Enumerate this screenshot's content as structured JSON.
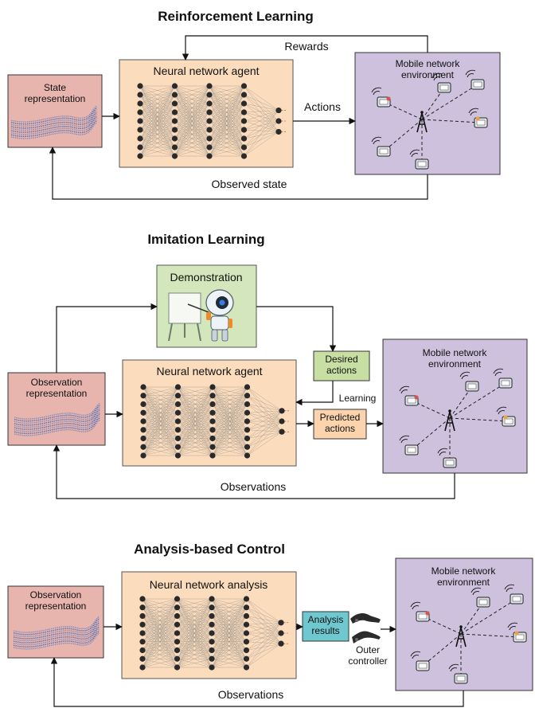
{
  "sections": [
    {
      "title": "Reinforcement Learning",
      "input_label": "State representation",
      "nn_label": "Neural network agent",
      "env_label": "Mobile network environment",
      "arrows": {
        "rewards": "Rewards",
        "actions": "Actions",
        "feedback": "Observed state"
      }
    },
    {
      "title": "Imitation Learning",
      "input_label": "Observation representation",
      "nn_label": "Neural network agent",
      "env_label": "Mobile network environment",
      "demonstration_label": "Demonstration",
      "desired_actions": "Desired actions",
      "predicted_actions": "Predicted actions",
      "learning": "Learning",
      "feedback": "Observations"
    },
    {
      "title": "Analysis-based Control",
      "input_label": "Observation representation",
      "nn_label": "Neural network analysis",
      "env_label": "Mobile network environment",
      "analysis_results": "Analysis results",
      "outer_controller": "Outer controller",
      "feedback": "Observations"
    }
  ],
  "colors": {
    "input_box": "#e8b4ae",
    "nn_box": "#fbdcbd",
    "env_box": "#cdc1dd",
    "demo_box": "#d4e6bb",
    "desired_box": "#c7dfa3",
    "predicted_box": "#fbd3ac",
    "analysis_box": "#6fc8cf"
  },
  "icons": [
    "data-stream-icon",
    "neural-network-icon",
    "cell-tower-icon",
    "robot-teacher-icon",
    "hand-controller-icon"
  ]
}
